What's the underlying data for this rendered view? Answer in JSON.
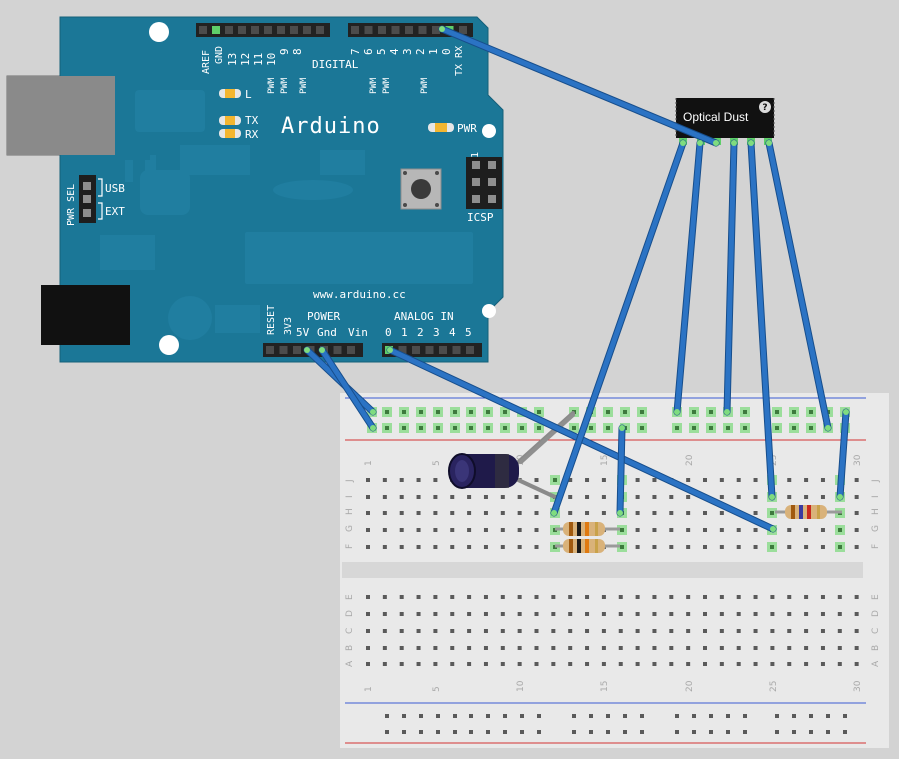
{
  "arduino": {
    "brand": "Arduino",
    "website": "www.arduino.cc",
    "digital_header": "DIGITAL",
    "aref": "AREF",
    "gnd_top": "GND",
    "tx_rx_pins": "TX RX",
    "pin_numbers": [
      "13",
      "12",
      "11",
      "10",
      "9",
      "8",
      "7",
      "6",
      "5",
      "4",
      "3",
      "2",
      "1",
      "0"
    ],
    "pwm_label": "PWM",
    "led_l": "L",
    "led_tx": "TX",
    "led_rx": "RX",
    "pwr_led": "PWR",
    "pwr_sel": "PWR SEL",
    "usb_opt": "USB",
    "ext_opt": "EXT",
    "icsp": "ICSP",
    "icsp_pin1": "1",
    "power_header": "POWER",
    "analog_header": "ANALOG IN",
    "reset": "RESET",
    "power_pins": [
      "3V3",
      "5V",
      "Gnd",
      "Vin"
    ],
    "analog_pins": [
      "0",
      "1",
      "2",
      "3",
      "4",
      "5"
    ]
  },
  "sensor": {
    "label": "Optical Dust",
    "help_glyph": "?"
  },
  "breadboard": {
    "column_numbers": [
      "1",
      "5",
      "10",
      "15",
      "20",
      "25",
      "30"
    ],
    "top_rows": [
      "J",
      "I",
      "H",
      "G",
      "F"
    ],
    "bottom_rows": [
      "E",
      "D",
      "C",
      "B",
      "A"
    ]
  },
  "colors": {
    "board": "#1b7797",
    "wire": "#2b73c4",
    "wire_outline": "#174e8c",
    "breadboard": "#e9e9e9",
    "rail_red": "#d23232",
    "rail_blue": "#3c5ad2",
    "highlight": "#9bde9b"
  }
}
